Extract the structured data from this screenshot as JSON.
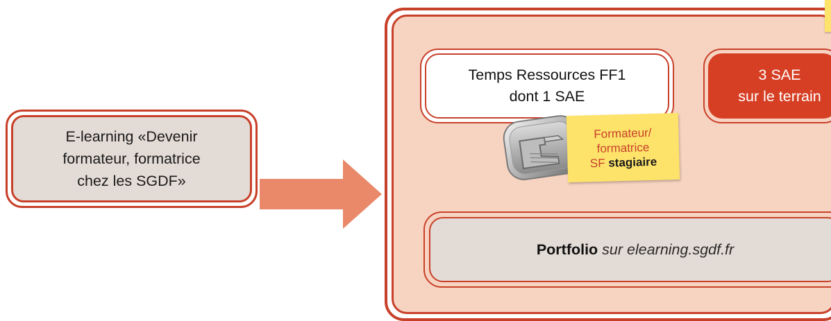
{
  "elearning": {
    "line1": "E-learning «Devenir",
    "line2": "formateur, formatrice",
    "line3": "chez les SGDF»"
  },
  "temps": {
    "line1": "Temps Ressources FF1",
    "line2": "dont 1 SAE"
  },
  "sae": {
    "line1": "3 SAE",
    "line2": "sur le terrain"
  },
  "note": {
    "line1": "Formateur/",
    "line2": "formatrice",
    "line3_prefix": "SF ",
    "line3_bold": "stagiaire"
  },
  "portfolio": {
    "bold": "Portfolio",
    "italic": "sur elearning.sgdf.fr"
  },
  "icons": {
    "arrow": "arrow-right-icon",
    "badge": "badge-icon"
  },
  "colors": {
    "border": "#c8402a",
    "container_fill": "#f7d3c1",
    "grey_fill": "#e3dbd5",
    "sae_fill": "#d63f24",
    "arrow": "#e9896a",
    "note": "#fde36a"
  }
}
